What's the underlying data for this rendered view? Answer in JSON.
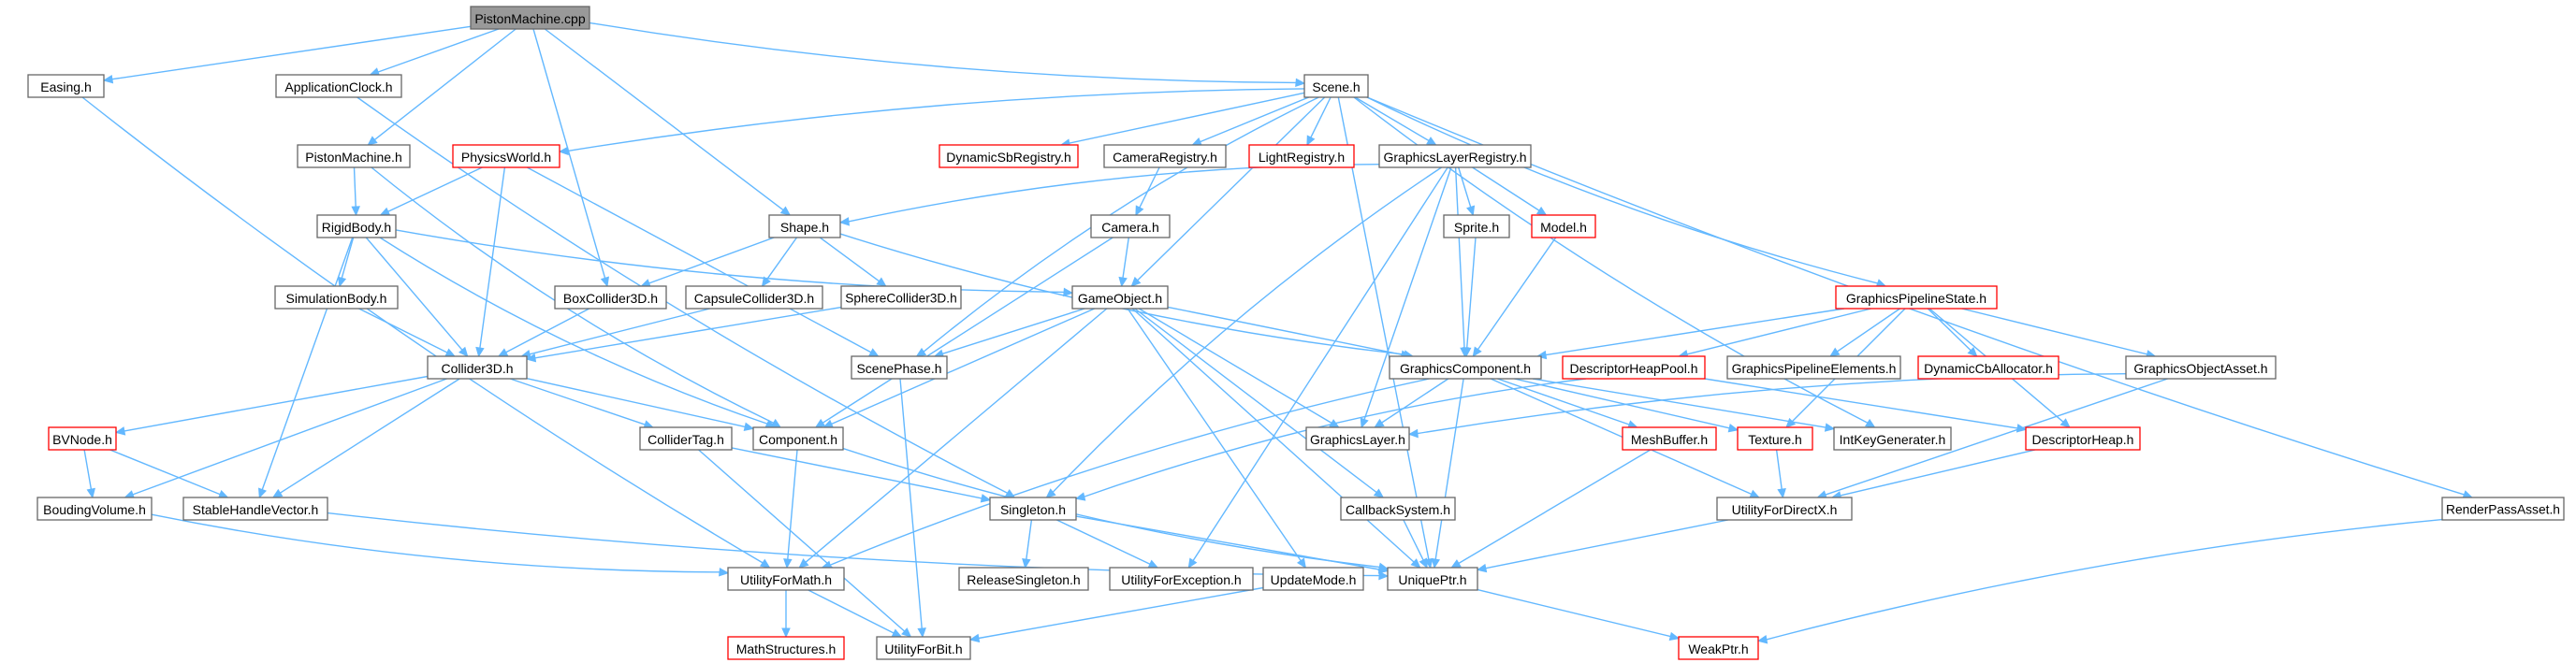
{
  "graph": {
    "title": "PistonMachine.cpp",
    "colors": {
      "edge": "#63b8ff",
      "node_border": "#666666",
      "missing_border": "#ff0000",
      "root_fill": "#999999",
      "node_fill": "#ffffff",
      "text": "#000000"
    },
    "nodes": [
      {
        "id": "root",
        "label": "PistonMachine.cpp",
        "root": true
      },
      {
        "id": "easing",
        "label": "Easing.h"
      },
      {
        "id": "appclock",
        "label": "ApplicationClock.h"
      },
      {
        "id": "scene",
        "label": "Scene.h"
      },
      {
        "id": "pistonh",
        "label": "PistonMachine.h"
      },
      {
        "id": "physworld",
        "label": "PhysicsWorld.h",
        "missing": true
      },
      {
        "id": "dynsb",
        "label": "DynamicSbRegistry.h",
        "missing": true
      },
      {
        "id": "camreg",
        "label": "CameraRegistry.h"
      },
      {
        "id": "lightreg",
        "label": "LightRegistry.h",
        "missing": true
      },
      {
        "id": "glr",
        "label": "GraphicsLayerRegistry.h"
      },
      {
        "id": "rigid",
        "label": "RigidBody.h"
      },
      {
        "id": "shape",
        "label": "Shape.h"
      },
      {
        "id": "camera",
        "label": "Camera.h"
      },
      {
        "id": "sprite",
        "label": "Sprite.h"
      },
      {
        "id": "model",
        "label": "Model.h",
        "missing": true
      },
      {
        "id": "simbody",
        "label": "SimulationBody.h"
      },
      {
        "id": "box",
        "label": "BoxCollider3D.h"
      },
      {
        "id": "capsule",
        "label": "CapsuleCollider3D.h"
      },
      {
        "id": "sphere",
        "label": "SphereCollider3D.h"
      },
      {
        "id": "gameobj",
        "label": "GameObject.h"
      },
      {
        "id": "gps",
        "label": "GraphicsPipelineState.h",
        "missing": true
      },
      {
        "id": "collider",
        "label": "Collider3D.h"
      },
      {
        "id": "scenephase",
        "label": "ScenePhase.h"
      },
      {
        "id": "gcomp",
        "label": "GraphicsComponent.h"
      },
      {
        "id": "dheappool",
        "label": "DescriptorHeapPool.h",
        "missing": true
      },
      {
        "id": "gpe",
        "label": "GraphicsPipelineElements.h"
      },
      {
        "id": "dcba",
        "label": "DynamicCbAllocator.h",
        "missing": true
      },
      {
        "id": "goa",
        "label": "GraphicsObjectAsset.h"
      },
      {
        "id": "bvnode",
        "label": "BVNode.h",
        "missing": true
      },
      {
        "id": "collidertag",
        "label": "ColliderTag.h"
      },
      {
        "id": "component",
        "label": "Component.h"
      },
      {
        "id": "glayer",
        "label": "GraphicsLayer.h"
      },
      {
        "id": "meshbuf",
        "label": "MeshBuffer.h",
        "missing": true
      },
      {
        "id": "texture",
        "label": "Texture.h",
        "missing": true
      },
      {
        "id": "intkey",
        "label": "IntKeyGenerater.h"
      },
      {
        "id": "dheap",
        "label": "DescriptorHeap.h",
        "missing": true
      },
      {
        "id": "boudvol",
        "label": "BoudingVolume.h"
      },
      {
        "id": "shv",
        "label": "StableHandleVector.h"
      },
      {
        "id": "singleton",
        "label": "Singleton.h"
      },
      {
        "id": "callback",
        "label": "CallbackSystem.h"
      },
      {
        "id": "u4dx",
        "label": "UtilityForDirectX.h"
      },
      {
        "id": "rpa",
        "label": "RenderPassAsset.h"
      },
      {
        "id": "ufm",
        "label": "UtilityForMath.h"
      },
      {
        "id": "relsing",
        "label": "ReleaseSingleton.h"
      },
      {
        "id": "ufe",
        "label": "UtilityForException.h"
      },
      {
        "id": "updmode",
        "label": "UpdateMode.h"
      },
      {
        "id": "uniqueptr",
        "label": "UniquePtr.h"
      },
      {
        "id": "mathstruct",
        "label": "MathStructures.h",
        "missing": true
      },
      {
        "id": "ufb",
        "label": "UtilityForBit.h"
      },
      {
        "id": "weakptr",
        "label": "WeakPtr.h",
        "missing": true
      }
    ],
    "edges": [
      [
        "root",
        "easing"
      ],
      [
        "root",
        "appclock"
      ],
      [
        "root",
        "scene"
      ],
      [
        "root",
        "pistonh"
      ],
      [
        "root",
        "shape"
      ],
      [
        "root",
        "box"
      ],
      [
        "easing",
        "ufm"
      ],
      [
        "appclock",
        "singleton"
      ],
      [
        "scene",
        "physworld"
      ],
      [
        "scene",
        "dynsb"
      ],
      [
        "scene",
        "camreg"
      ],
      [
        "scene",
        "lightreg"
      ],
      [
        "scene",
        "glr"
      ],
      [
        "scene",
        "gameobj"
      ],
      [
        "scene",
        "scenephase"
      ],
      [
        "scene",
        "gps"
      ],
      [
        "scene",
        "rpa"
      ],
      [
        "scene",
        "uniqueptr"
      ],
      [
        "scene",
        "intkey"
      ],
      [
        "pistonh",
        "rigid"
      ],
      [
        "pistonh",
        "component"
      ],
      [
        "physworld",
        "rigid"
      ],
      [
        "physworld",
        "collider"
      ],
      [
        "physworld",
        "scenephase"
      ],
      [
        "camreg",
        "camera"
      ],
      [
        "glr",
        "shape"
      ],
      [
        "glr",
        "sprite"
      ],
      [
        "glr",
        "model"
      ],
      [
        "glr",
        "gcomp"
      ],
      [
        "glr",
        "glayer"
      ],
      [
        "glr",
        "singleton"
      ],
      [
        "glr",
        "ufe"
      ],
      [
        "rigid",
        "simbody"
      ],
      [
        "rigid",
        "collider"
      ],
      [
        "rigid",
        "gameobj"
      ],
      [
        "rigid",
        "component"
      ],
      [
        "rigid",
        "shv"
      ],
      [
        "shape",
        "box"
      ],
      [
        "shape",
        "capsule"
      ],
      [
        "shape",
        "sphere"
      ],
      [
        "shape",
        "gcomp"
      ],
      [
        "camera",
        "gameobj"
      ],
      [
        "camera",
        "component"
      ],
      [
        "sprite",
        "gcomp"
      ],
      [
        "model",
        "gcomp"
      ],
      [
        "simbody",
        "collider"
      ],
      [
        "box",
        "collider"
      ],
      [
        "capsule",
        "collider"
      ],
      [
        "sphere",
        "collider"
      ],
      [
        "gameobj",
        "scenephase"
      ],
      [
        "gameobj",
        "gcomp"
      ],
      [
        "gameobj",
        "component"
      ],
      [
        "gameobj",
        "glayer"
      ],
      [
        "gameobj",
        "ufm"
      ],
      [
        "gameobj",
        "uniqueptr"
      ],
      [
        "gameobj",
        "callback"
      ],
      [
        "gameobj",
        "updmode"
      ],
      [
        "gps",
        "gcomp"
      ],
      [
        "gps",
        "dheappool"
      ],
      [
        "gps",
        "gpe"
      ],
      [
        "gps",
        "dcba"
      ],
      [
        "gps",
        "goa"
      ],
      [
        "gps",
        "dheap"
      ],
      [
        "gps",
        "texture"
      ],
      [
        "collider",
        "bvnode"
      ],
      [
        "collider",
        "collidertag"
      ],
      [
        "collider",
        "component"
      ],
      [
        "collider",
        "boudvol"
      ],
      [
        "collider",
        "shv"
      ],
      [
        "scenephase",
        "ufb"
      ],
      [
        "gcomp",
        "glayer"
      ],
      [
        "gcomp",
        "meshbuf"
      ],
      [
        "gcomp",
        "texture"
      ],
      [
        "gcomp",
        "intkey"
      ],
      [
        "gcomp",
        "u4dx"
      ],
      [
        "gcomp",
        "uniqueptr"
      ],
      [
        "gcomp",
        "ufm"
      ],
      [
        "dheappool",
        "dheap"
      ],
      [
        "dheappool",
        "singleton"
      ],
      [
        "goa",
        "glayer"
      ],
      [
        "goa",
        "u4dx"
      ],
      [
        "bvnode",
        "boudvol"
      ],
      [
        "bvnode",
        "shv"
      ],
      [
        "collidertag",
        "singleton"
      ],
      [
        "collidertag",
        "ufb"
      ],
      [
        "component",
        "ufm"
      ],
      [
        "component",
        "uniqueptr"
      ],
      [
        "meshbuf",
        "uniqueptr"
      ],
      [
        "texture",
        "u4dx"
      ],
      [
        "dheap",
        "u4dx"
      ],
      [
        "boudvol",
        "ufm"
      ],
      [
        "shv",
        "uniqueptr"
      ],
      [
        "singleton",
        "relsing"
      ],
      [
        "singleton",
        "ufe"
      ],
      [
        "singleton",
        "uniqueptr"
      ],
      [
        "callback",
        "uniqueptr"
      ],
      [
        "u4dx",
        "uniqueptr"
      ],
      [
        "rpa",
        "weakptr"
      ],
      [
        "ufm",
        "mathstruct"
      ],
      [
        "ufm",
        "ufb"
      ],
      [
        "updmode",
        "ufb"
      ],
      [
        "uniqueptr",
        "weakptr"
      ]
    ]
  }
}
